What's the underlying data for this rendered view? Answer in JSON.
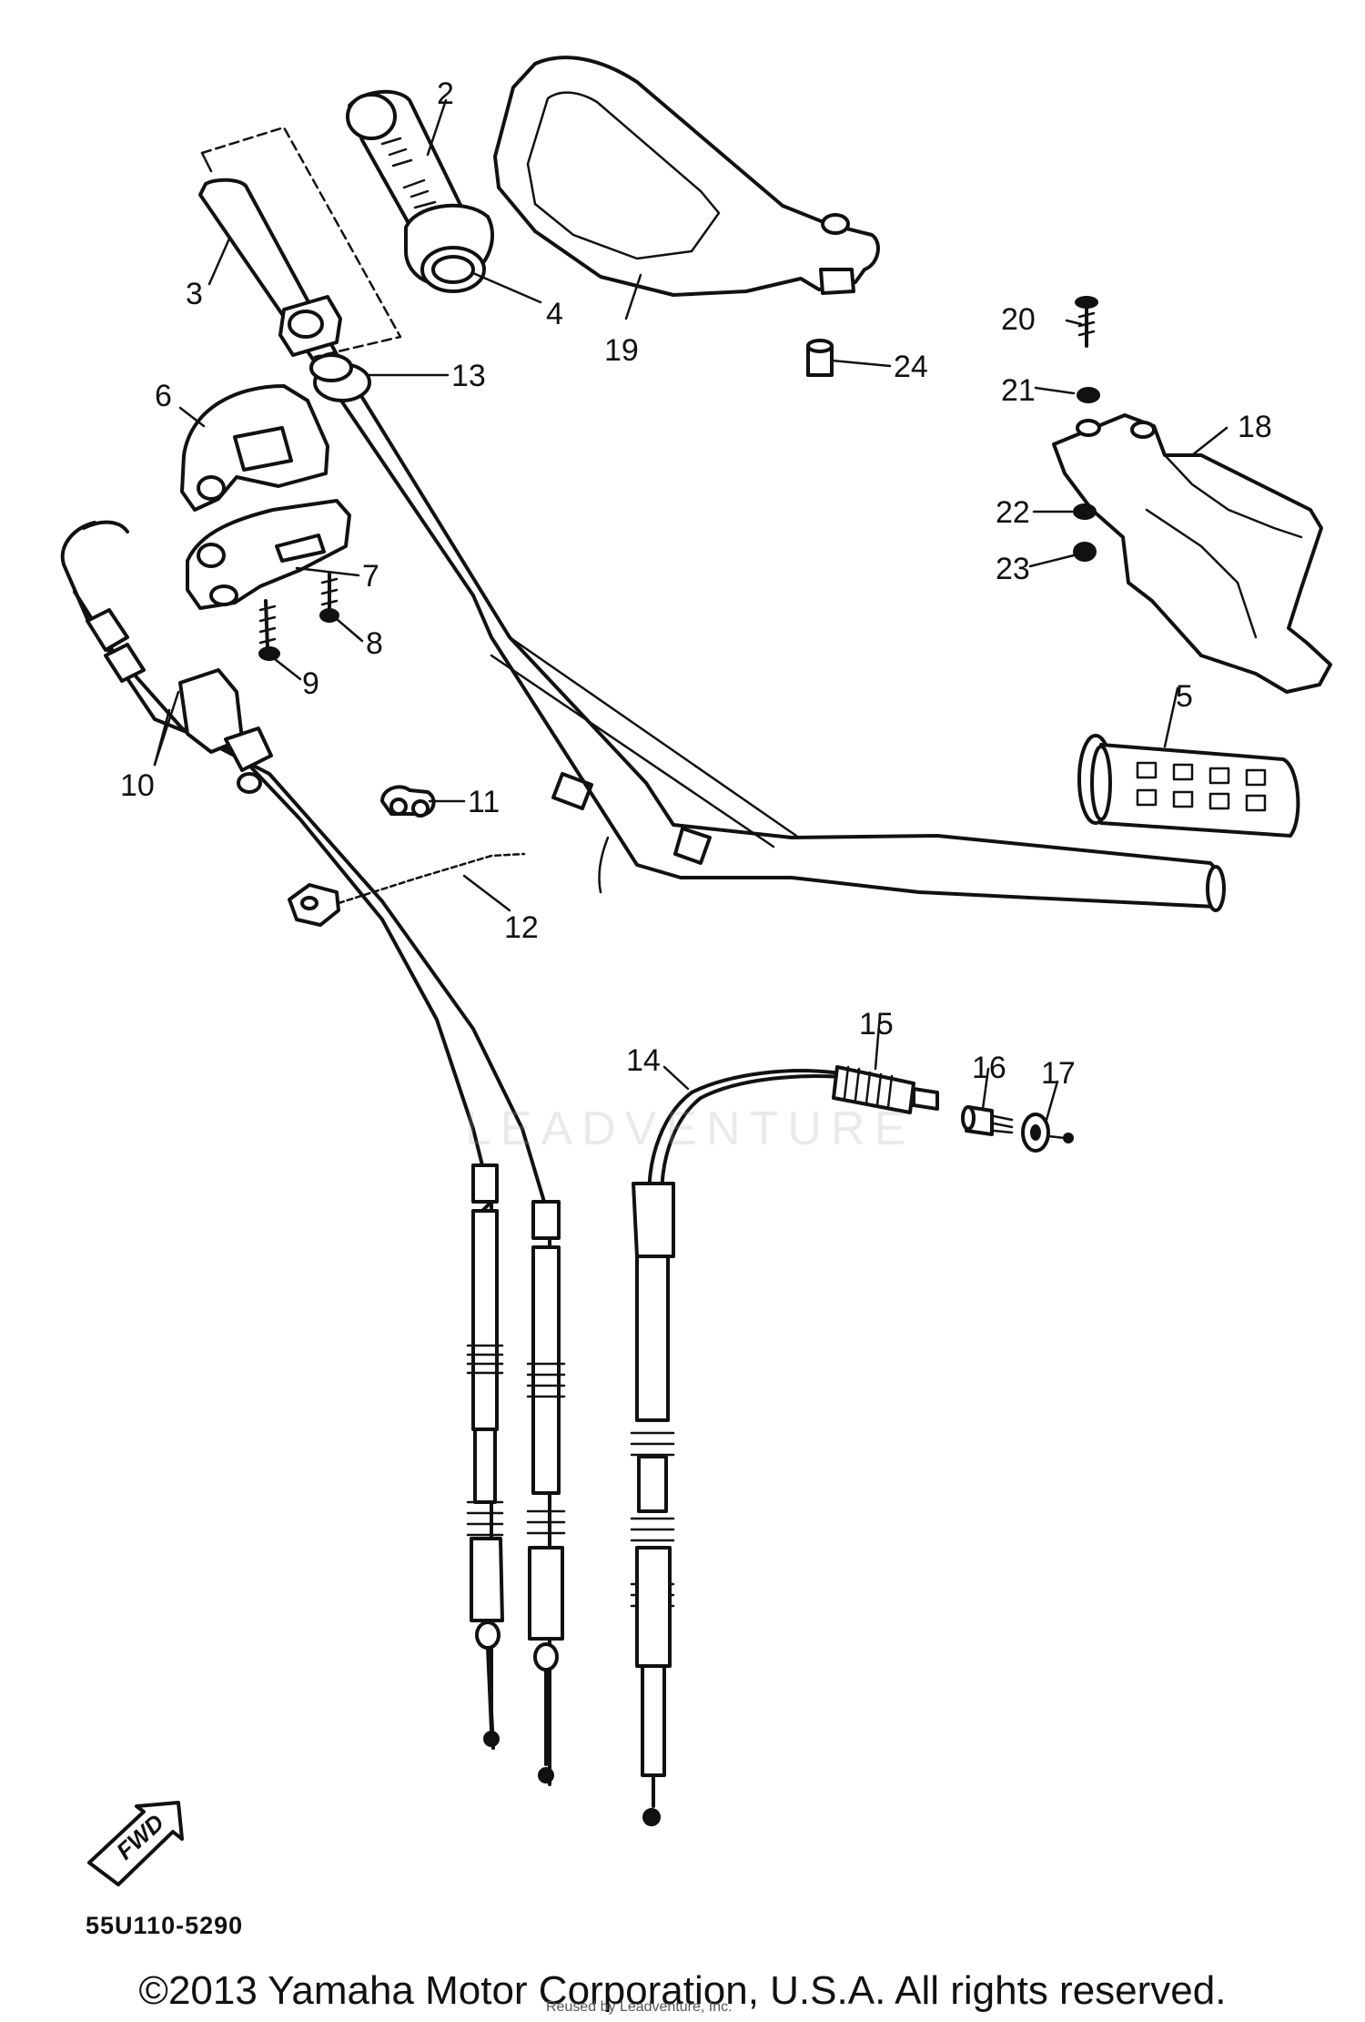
{
  "watermark_text": "LEADVENTURE",
  "part_code": "55U110-5290",
  "copyright": "©2013 Yamaha Motor Corporation, U.S.A. All rights reserved.",
  "reseller_note": "Reused by Leadventure, Inc.",
  "fwd_label": "FWD",
  "callouts": {
    "c1": "2",
    "c2": "3",
    "c3": "4",
    "c4": "19",
    "c5": "24",
    "c6": "20",
    "c7": "21",
    "c8": "18",
    "c9": "22",
    "c10": "23",
    "c11": "13",
    "c12": "6",
    "c13": "7",
    "c14": "8",
    "c15": "9",
    "c16": "10",
    "c17": "11",
    "c18": "12",
    "c19": "5",
    "c20": "14",
    "c21": "15",
    "c22": "16",
    "c23": "17"
  }
}
